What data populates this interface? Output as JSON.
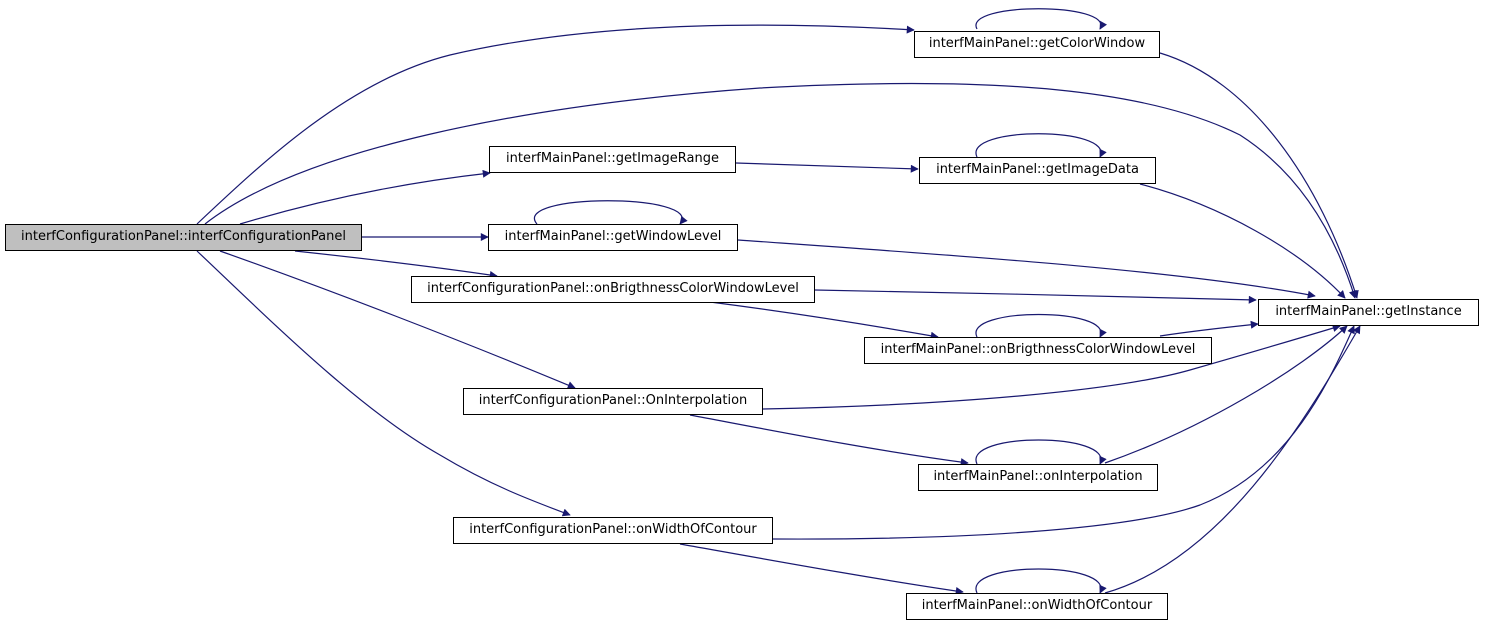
{
  "colors": {
    "edge": "#191970",
    "node_border": "#000000",
    "root_fill": "#bfbfbf",
    "node_fill": "#ffffff"
  },
  "nodes": {
    "root": "interfConfigurationPanel::interfConfigurationPanel",
    "getColorWindow": "interfMainPanel::getColorWindow",
    "getImageRange": "interfMainPanel::getImageRange",
    "getImageData": "interfMainPanel::getImageData",
    "getWindowLevel": "interfMainPanel::getWindowLevel",
    "cpOnBrightness": "interfConfigurationPanel::onBrigthnessColorWindowLevel",
    "getInstance": "interfMainPanel::getInstance",
    "mpOnBrightness": "interfMainPanel::onBrigthnessColorWindowLevel",
    "cpOnInterpolation": "interfConfigurationPanel::OnInterpolation",
    "mpOnInterpolation": "interfMainPanel::onInterpolation",
    "cpOnWidth": "interfConfigurationPanel::onWidthOfContour",
    "mpOnWidth": "interfMainPanel::onWidthOfContour"
  },
  "edges": [
    [
      "root",
      "getColorWindow"
    ],
    [
      "root",
      "getInstance"
    ],
    [
      "root",
      "getImageRange"
    ],
    [
      "root",
      "getWindowLevel"
    ],
    [
      "root",
      "cpOnBrightness"
    ],
    [
      "root",
      "cpOnInterpolation"
    ],
    [
      "root",
      "cpOnWidth"
    ],
    [
      "getColorWindow",
      "getColorWindow"
    ],
    [
      "getColorWindow",
      "getInstance"
    ],
    [
      "getImageRange",
      "getImageData"
    ],
    [
      "getImageData",
      "getImageData"
    ],
    [
      "getImageData",
      "getInstance"
    ],
    [
      "getWindowLevel",
      "getWindowLevel"
    ],
    [
      "getWindowLevel",
      "getInstance"
    ],
    [
      "cpOnBrightness",
      "getInstance"
    ],
    [
      "cpOnBrightness",
      "mpOnBrightness"
    ],
    [
      "mpOnBrightness",
      "mpOnBrightness"
    ],
    [
      "mpOnBrightness",
      "getInstance"
    ],
    [
      "cpOnInterpolation",
      "getInstance"
    ],
    [
      "cpOnInterpolation",
      "mpOnInterpolation"
    ],
    [
      "mpOnInterpolation",
      "mpOnInterpolation"
    ],
    [
      "mpOnInterpolation",
      "getInstance"
    ],
    [
      "cpOnWidth",
      "getInstance"
    ],
    [
      "cpOnWidth",
      "mpOnWidth"
    ],
    [
      "mpOnWidth",
      "mpOnWidth"
    ],
    [
      "mpOnWidth",
      "getInstance"
    ]
  ]
}
